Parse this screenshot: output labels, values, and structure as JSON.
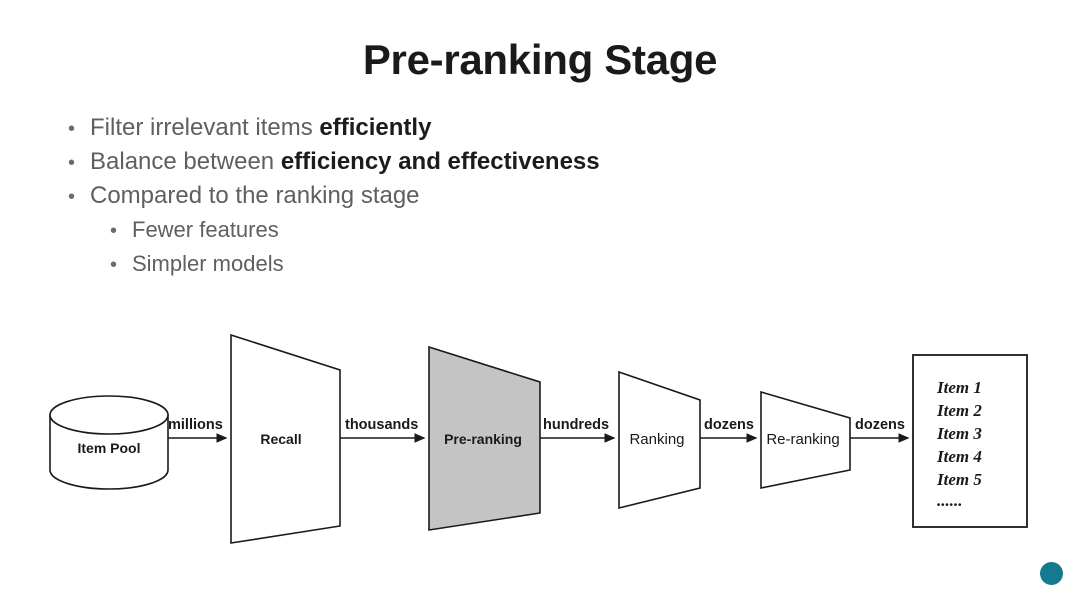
{
  "slide": {
    "title": "Pre-ranking Stage",
    "background_color": "#ffffff",
    "bullets": [
      {
        "level": 1,
        "marker": "•",
        "plain": "Filter irrelevant items ",
        "bold": "efficiently"
      },
      {
        "level": 1,
        "marker": "•",
        "plain": "Balance between ",
        "bold": "efficiency and effectiveness"
      },
      {
        "level": 1,
        "marker": "•",
        "plain": "Compared to the ranking stage",
        "bold": ""
      },
      {
        "level": 2,
        "marker": "•",
        "plain": "Fewer features",
        "bold": ""
      },
      {
        "level": 2,
        "marker": "•",
        "plain": "Simpler models",
        "bold": ""
      }
    ]
  },
  "diagram": {
    "stages": [
      {
        "id": "item-pool",
        "label": "Item Pool",
        "shape": "cylinder",
        "fill": "#ffffff"
      },
      {
        "id": "recall",
        "label": "Recall",
        "shape": "funnel",
        "fill": "#ffffff"
      },
      {
        "id": "pre-ranking",
        "label": "Pre-ranking",
        "shape": "funnel",
        "fill": "#c4c4c4"
      },
      {
        "id": "ranking",
        "label": "Ranking",
        "shape": "funnel",
        "fill": "#ffffff"
      },
      {
        "id": "re-ranking",
        "label": "Re-ranking",
        "shape": "funnel",
        "fill": "#ffffff"
      },
      {
        "id": "item-list",
        "label": "",
        "shape": "rect",
        "fill": "#ffffff"
      }
    ],
    "edges": [
      {
        "id": "edge-millions",
        "label": "millions"
      },
      {
        "id": "edge-thousands",
        "label": "thousands"
      },
      {
        "id": "edge-hundreds",
        "label": "hundreds"
      },
      {
        "id": "edge-dozens-1",
        "label": "dozens"
      },
      {
        "id": "edge-dozens-2",
        "label": "dozens"
      }
    ],
    "item_list": [
      "Item 1",
      "Item 2",
      "Item 3",
      "Item 4",
      "Item 5",
      "......"
    ],
    "stroke_color": "#1a1a1a",
    "highlight_fill": "#c4c4c4"
  },
  "badge": {
    "text": "",
    "color": "#15798f"
  }
}
